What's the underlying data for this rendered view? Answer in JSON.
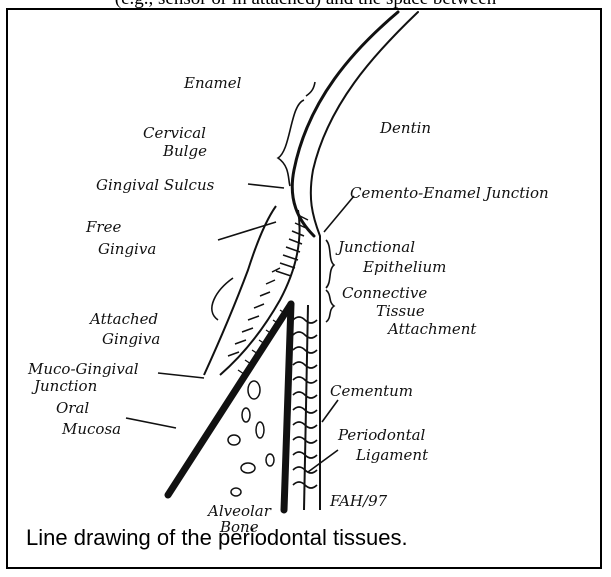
{
  "cutoff_text": "(e.g., sensor or in attached) and the space between",
  "labels": {
    "enamel": "Enamel",
    "dentin": "Dentin",
    "cervical": "Cervical",
    "bulge": "Bulge",
    "gingival_sulcus": "Gingival Sulcus",
    "cej": "Cemento-Enamel Junction",
    "free": "Free",
    "gingiva_free": "Gingiva",
    "junctional": "Junctional",
    "epithelium": "Epithelium",
    "connective": "Connective",
    "tissue": "Tissue",
    "attachment": "Attachment",
    "attached": "Attached",
    "gingiva_attached": "Gingiva",
    "muco_gingival": "Muco-Gingival",
    "junction": "Junction",
    "oral": "Oral",
    "mucosa": "Mucosa",
    "cementum": "Cementum",
    "periodontal": "Periodontal",
    "ligament": "Ligament",
    "alveolar": "Alveolar",
    "bone": "Bone",
    "signature": "FAH/97"
  },
  "caption": "Line drawing of the periodontal tissues."
}
